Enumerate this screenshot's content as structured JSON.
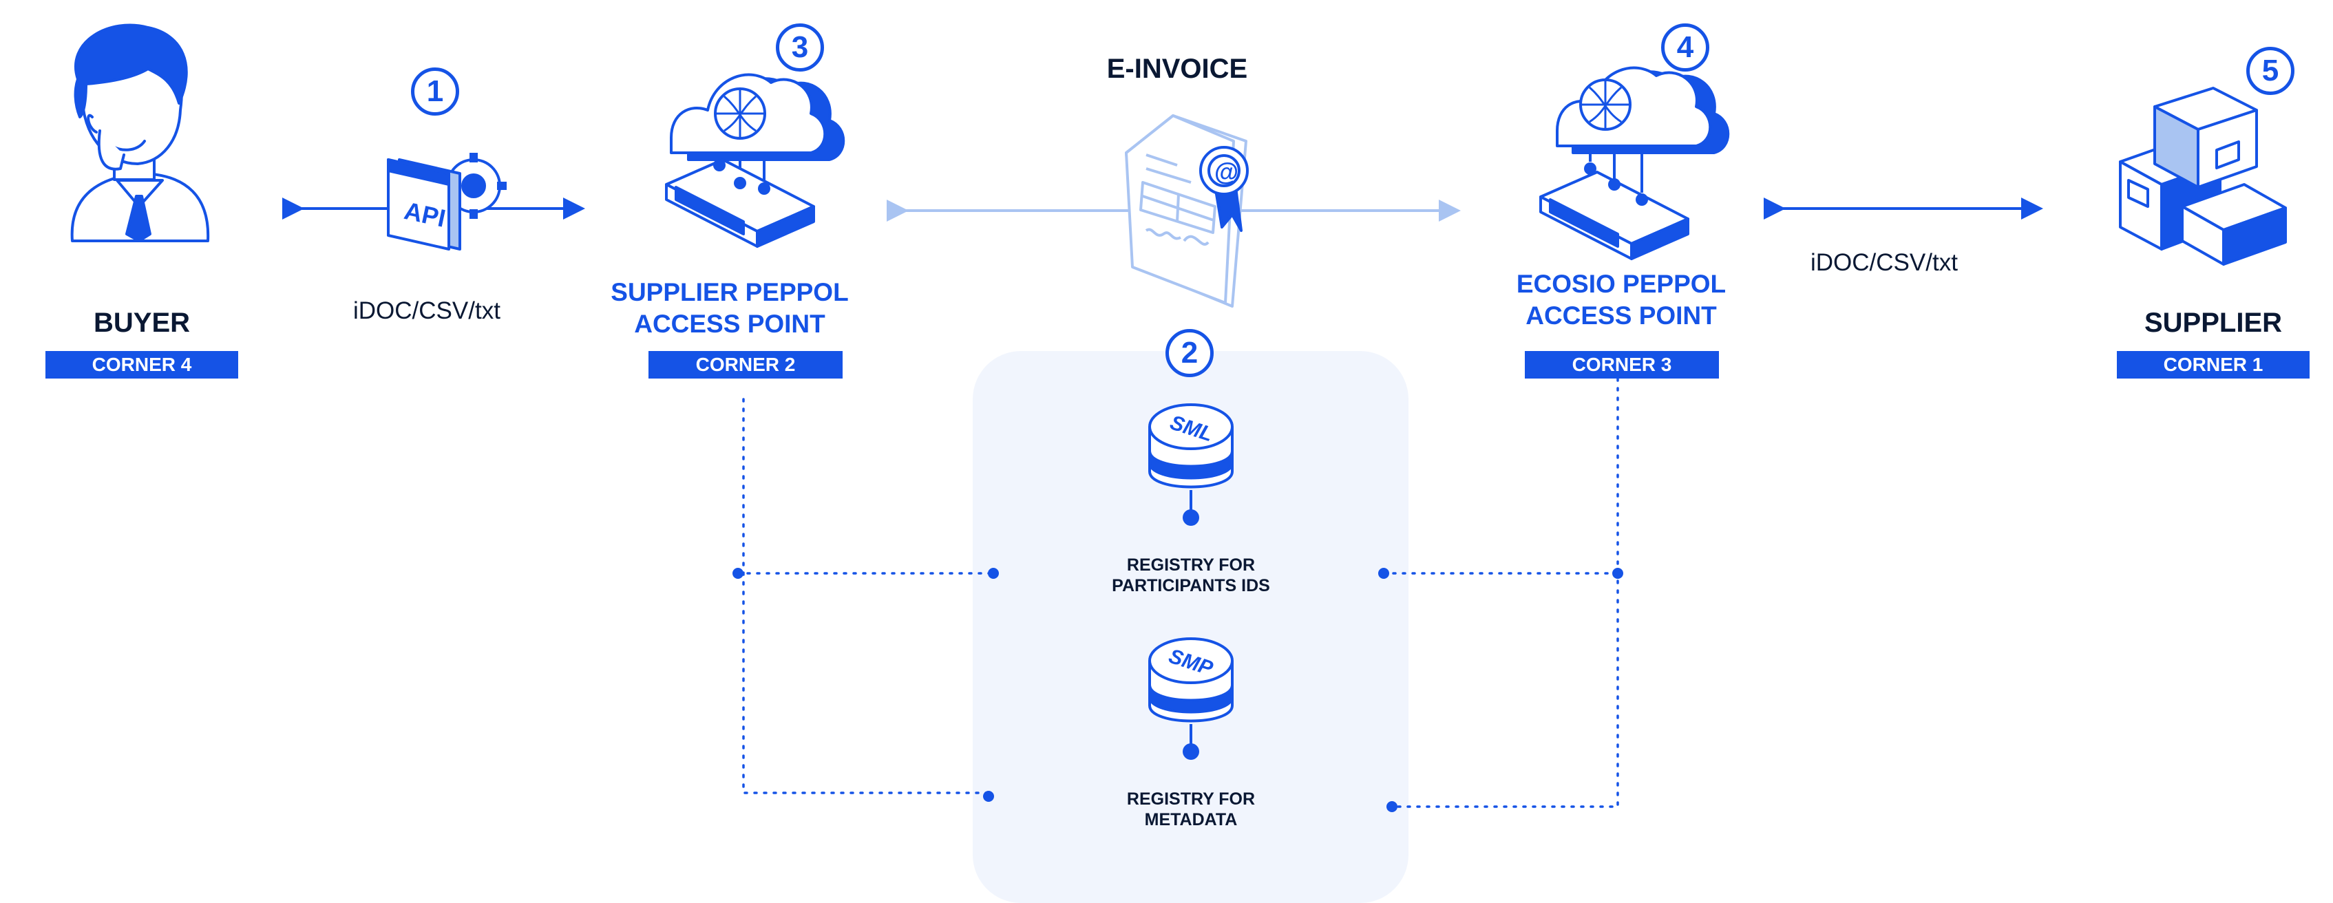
{
  "buyer": {
    "name": "BUYER",
    "corner": "CORNER 4"
  },
  "supplier_ap": {
    "name_line1": "SUPPLIER PEPPOL",
    "name_line2": "ACCESS POINT",
    "corner": "CORNER 2"
  },
  "ecosio_ap": {
    "name_line1": "ECOSIO PEPPOL",
    "name_line2": "ACCESS POINT",
    "corner": "CORNER 3"
  },
  "supplier": {
    "name": "SUPPLIER",
    "corner": "CORNER 1"
  },
  "einvoice": {
    "title": "E-INVOICE"
  },
  "formats": {
    "left": "iDOC/CSV/txt",
    "right": "iDOC/CSV/txt"
  },
  "api": {
    "label": "API"
  },
  "registry": {
    "sml_label": "SML",
    "sml_line1": "REGISTRY FOR",
    "sml_line2": "PARTICIPANTS IDS",
    "smp_label": "SMP",
    "smp_line1": "REGISTRY FOR",
    "smp_line2": "METADATA"
  },
  "numbers": {
    "n1": "1",
    "n2": "2",
    "n3": "3",
    "n4": "4",
    "n5": "5"
  },
  "colors": {
    "accent": "#1553e6",
    "light_accent": "#a9c4f2",
    "panel": "#f1f5fd",
    "text": "#0a1833"
  }
}
